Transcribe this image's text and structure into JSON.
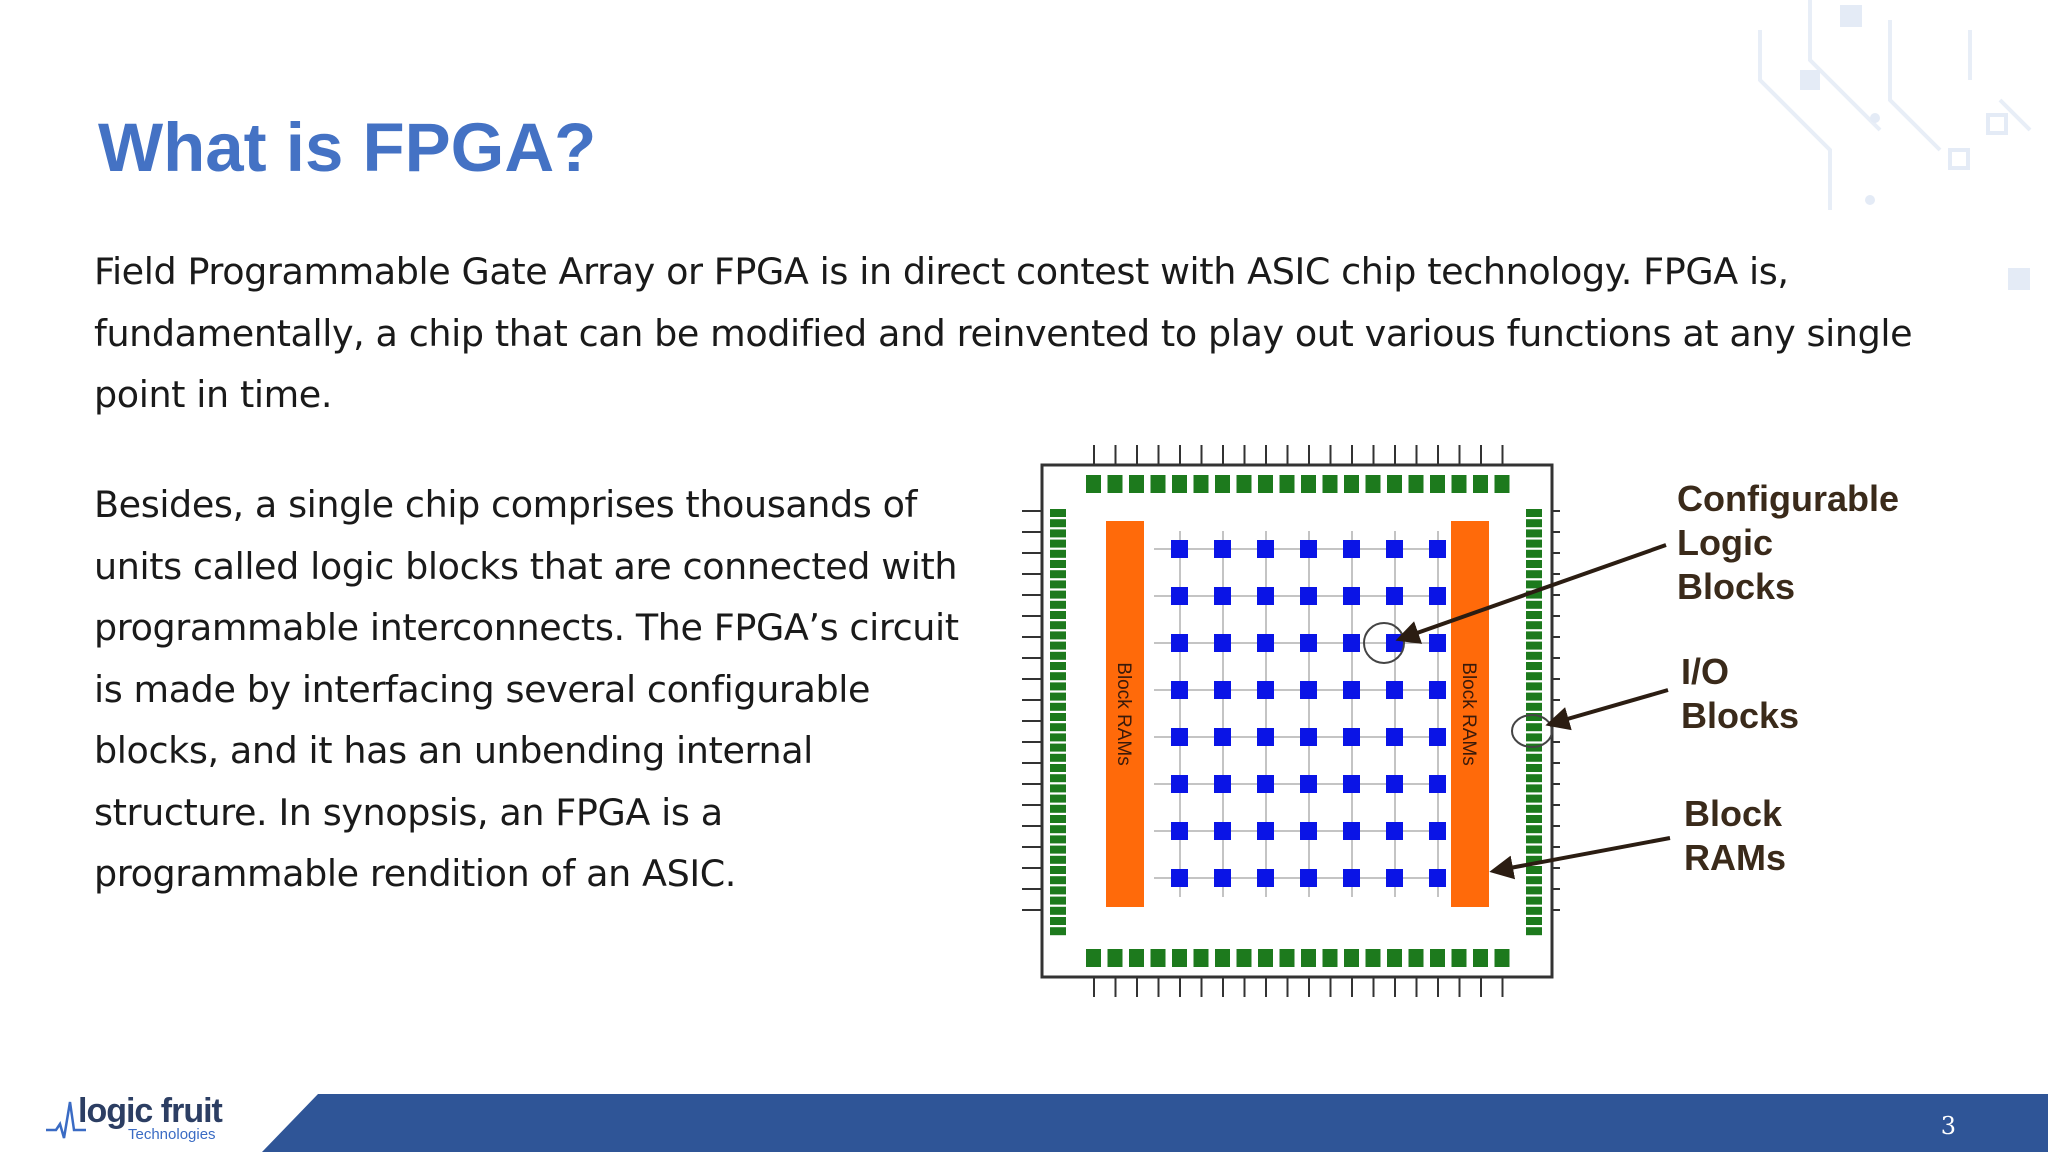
{
  "slide": {
    "title": "What is FPGA?",
    "paragraph1": "Field Programmable Gate Array or FPGA is in direct contest with ASIC chip technology. FPGA is, fundamentally, a chip that can be modified and reinvented to play out various functions at any single point in time.",
    "paragraph2": "Besides, a single chip comprises thousands of units called logic blocks that are connected with programmable interconnects. The FPGA’s circuit is made by interfacing several configurable blocks, and it has an unbending internal structure. In synopsis, an FPGA is a programmable rendition of an ASIC.",
    "page_number": "3"
  },
  "diagram": {
    "bram_label": "Block RAMs",
    "callouts": {
      "clb": [
        "Configurable",
        "Logic",
        "Blocks"
      ],
      "io": [
        "I/O",
        "Blocks"
      ],
      "bram": [
        "Block",
        "RAMs"
      ]
    },
    "colors": {
      "logic_block": "#0a14e6",
      "io_block": "#1d7a1d",
      "block_ram": "#ff6a0a",
      "outline": "#333333"
    }
  },
  "logo": {
    "name": "logic fruit",
    "tagline": "Technologies"
  },
  "colors": {
    "title": "#4472c4",
    "footer_bar": "#2f5597"
  }
}
